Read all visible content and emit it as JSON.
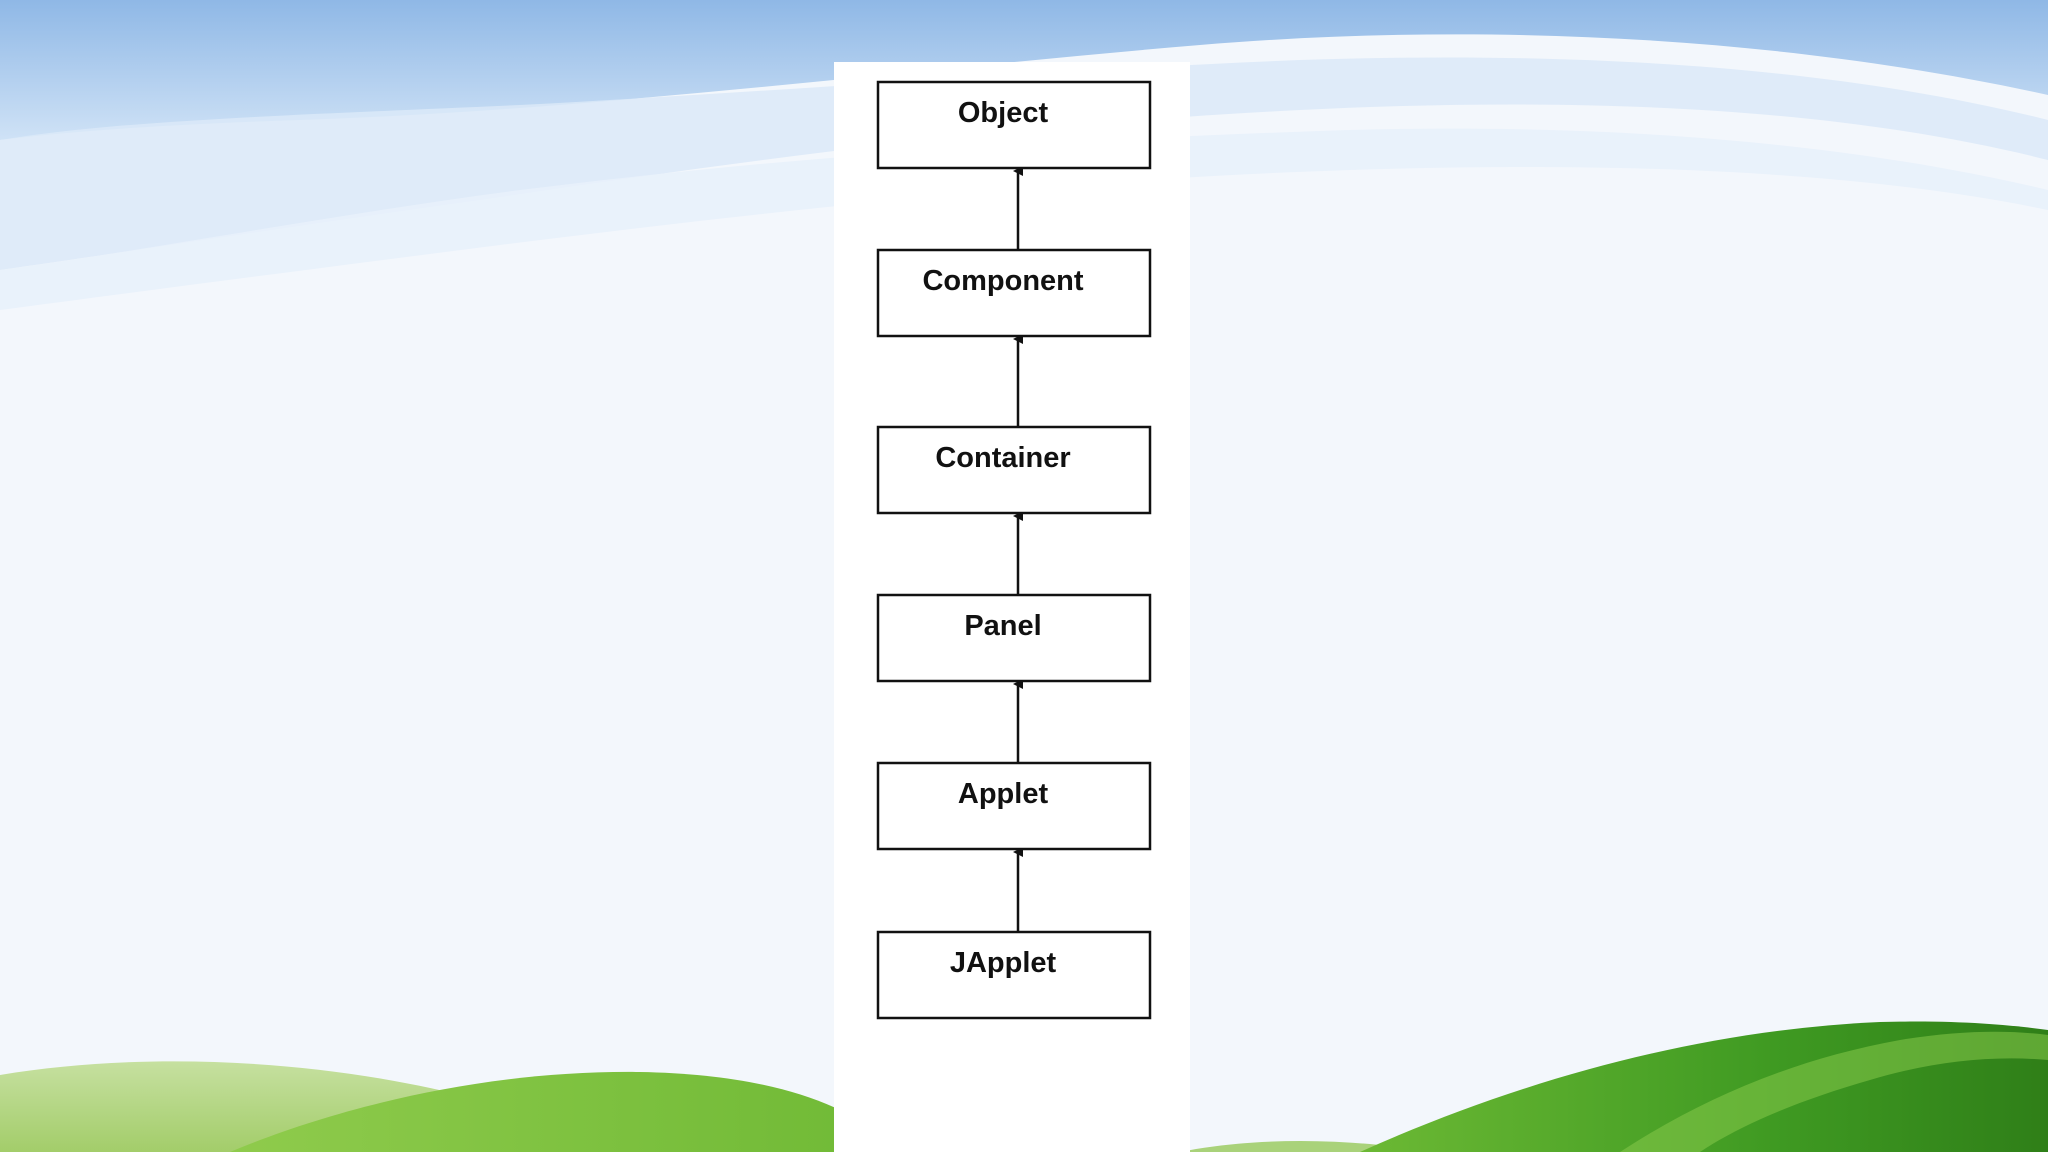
{
  "diagram": {
    "nodes": [
      {
        "id": "object",
        "label": "Object"
      },
      {
        "id": "component",
        "label": "Component"
      },
      {
        "id": "container",
        "label": "Container"
      },
      {
        "id": "panel",
        "label": "Panel"
      },
      {
        "id": "applet",
        "label": "Applet"
      },
      {
        "id": "japplet",
        "label": "JApplet"
      }
    ],
    "edges": [
      {
        "from": "component",
        "to": "object",
        "type": "inherits"
      },
      {
        "from": "container",
        "to": "component",
        "type": "inherits"
      },
      {
        "from": "panel",
        "to": "container",
        "type": "inherits"
      },
      {
        "from": "applet",
        "to": "panel",
        "type": "inherits"
      },
      {
        "from": "japplet",
        "to": "applet",
        "type": "inherits"
      }
    ]
  },
  "colors": {
    "sky_top": "#9fc3ea",
    "sky_band": "#dbe9f8",
    "page_background": "#f3f7fc",
    "panel": "#ffffff",
    "hill_light": "#b9d98a",
    "hill_mid": "#7fc13f",
    "hill_dark": "#3f9421",
    "box_stroke": "#111111"
  }
}
